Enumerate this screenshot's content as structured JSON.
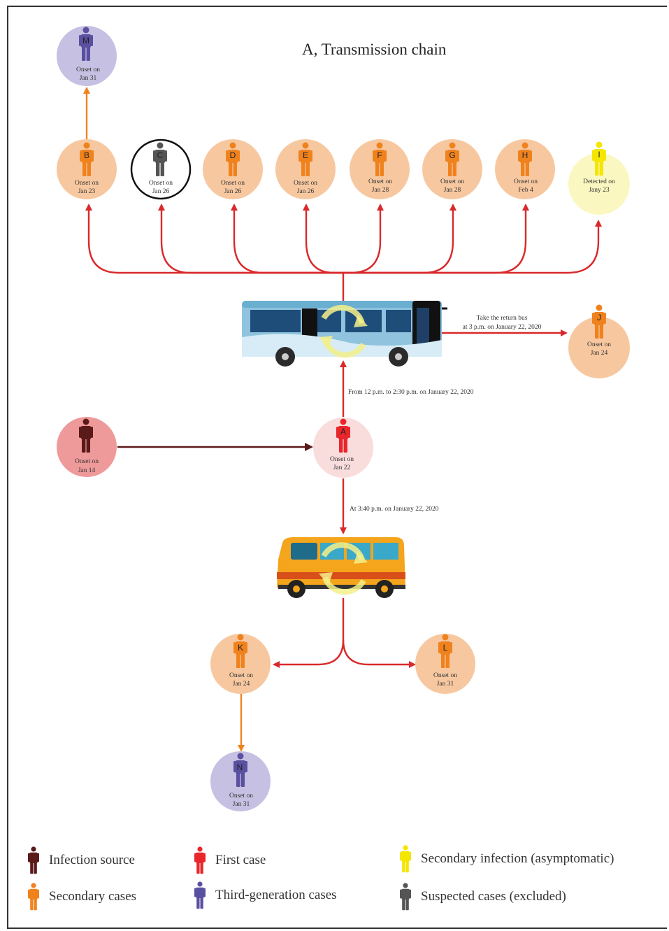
{
  "title": "A, Transmission chain",
  "colors": {
    "infection_source": "#5a1a1a",
    "first_case": "#e8262b",
    "secondary": "#f0821e",
    "third_generation": "#5a50a0",
    "asymptomatic": "#f4e600",
    "suspected": "#555555",
    "arrow_red": "#d9292b",
    "arrow_dark": "#5a1a1a",
    "arrow_orange": "#f0821e"
  },
  "nodes": {
    "M": {
      "letter": "M",
      "line1": "Onset on",
      "line2": "Jan 31"
    },
    "B": {
      "letter": "B",
      "line1": "Onset on",
      "line2": "Jan 23"
    },
    "C": {
      "letter": "C",
      "line1": "Onset on",
      "line2": "Jan 26"
    },
    "D": {
      "letter": "D",
      "line1": "Onset on",
      "line2": "Jan 26"
    },
    "E": {
      "letter": "E",
      "line1": "Onset on",
      "line2": "Jan 26"
    },
    "F": {
      "letter": "F",
      "line1": "Onset on",
      "line2": "Jan 28"
    },
    "G": {
      "letter": "G",
      "line1": "Onset on",
      "line2": "Jan 28"
    },
    "H": {
      "letter": "H",
      "line1": "Onset on",
      "line2": "Feb 4"
    },
    "I": {
      "letter": "I",
      "line1": "Detected on",
      "line2": "Jany 23"
    },
    "J": {
      "letter": "J",
      "line1": "Onset on",
      "line2": "Jan 24"
    },
    "source": {
      "letter": "",
      "line1": "Onset on",
      "line2": "Jan 14"
    },
    "A": {
      "letter": "A",
      "line1": "Onset on",
      "line2": "Jan 22"
    },
    "K": {
      "letter": "K",
      "line1": "Onset on",
      "line2": "Jan 24"
    },
    "L": {
      "letter": "L",
      "line1": "Onset on",
      "line2": "Jan 31"
    },
    "N": {
      "letter": "N",
      "line1": "Onset on",
      "line2": "Jan 31"
    }
  },
  "annotations": {
    "return_bus_line1": "Take the return bus",
    "return_bus_line2": "at 3 p.m. on January 22, 2020",
    "bus_time": "From 12 p.m. to 2:30 p.m. on January 22, 2020",
    "minibus_time": "At 3:40 p.m. on January 22, 2020"
  },
  "legend": {
    "infection_source": "Infection source",
    "first_case": "First case",
    "asymptomatic": "Secondary infection (asymptomatic)",
    "secondary": "Secondary cases",
    "third_generation": "Third-generation cases",
    "suspected": "Suspected cases (excluded)"
  }
}
